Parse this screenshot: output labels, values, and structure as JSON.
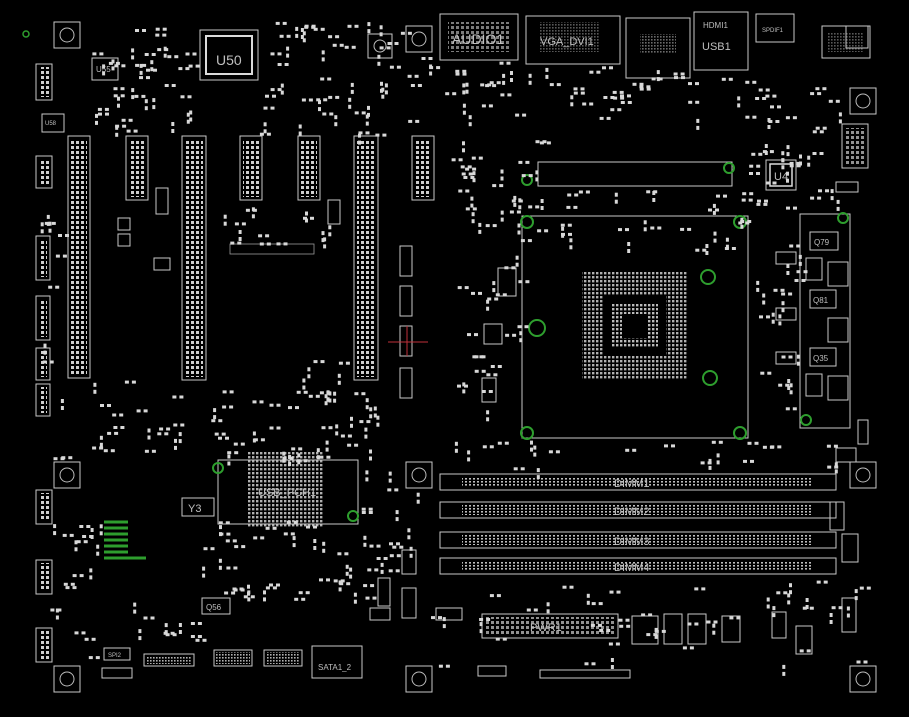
{
  "colors": {
    "background": "#000000",
    "silkscreen": "#c8c8c8",
    "mounting_hole": "#2e9e2e",
    "marker": "#c0303a"
  },
  "connectors": {
    "audio": "AUDIO1",
    "vga_dvi": "VGA_DVI1",
    "hdmi": "HDMI1",
    "usb": "USB1",
    "spdif": "SPDIF1",
    "sata": "SATA1_2",
    "power": "PWR1",
    "dimm": [
      "DIMM1",
      "DIMM2",
      "DIMM3",
      "DIMM4"
    ]
  },
  "chips": {
    "u50": "U50",
    "u55": "U55",
    "u58": "U58",
    "u4": "U4",
    "pch": "USB_PCH1",
    "y3": "Y3"
  },
  "misc": {
    "spi": "SPI2",
    "q56": "Q56",
    "q79": "Q79",
    "q81": "Q81",
    "q35": "Q35"
  }
}
